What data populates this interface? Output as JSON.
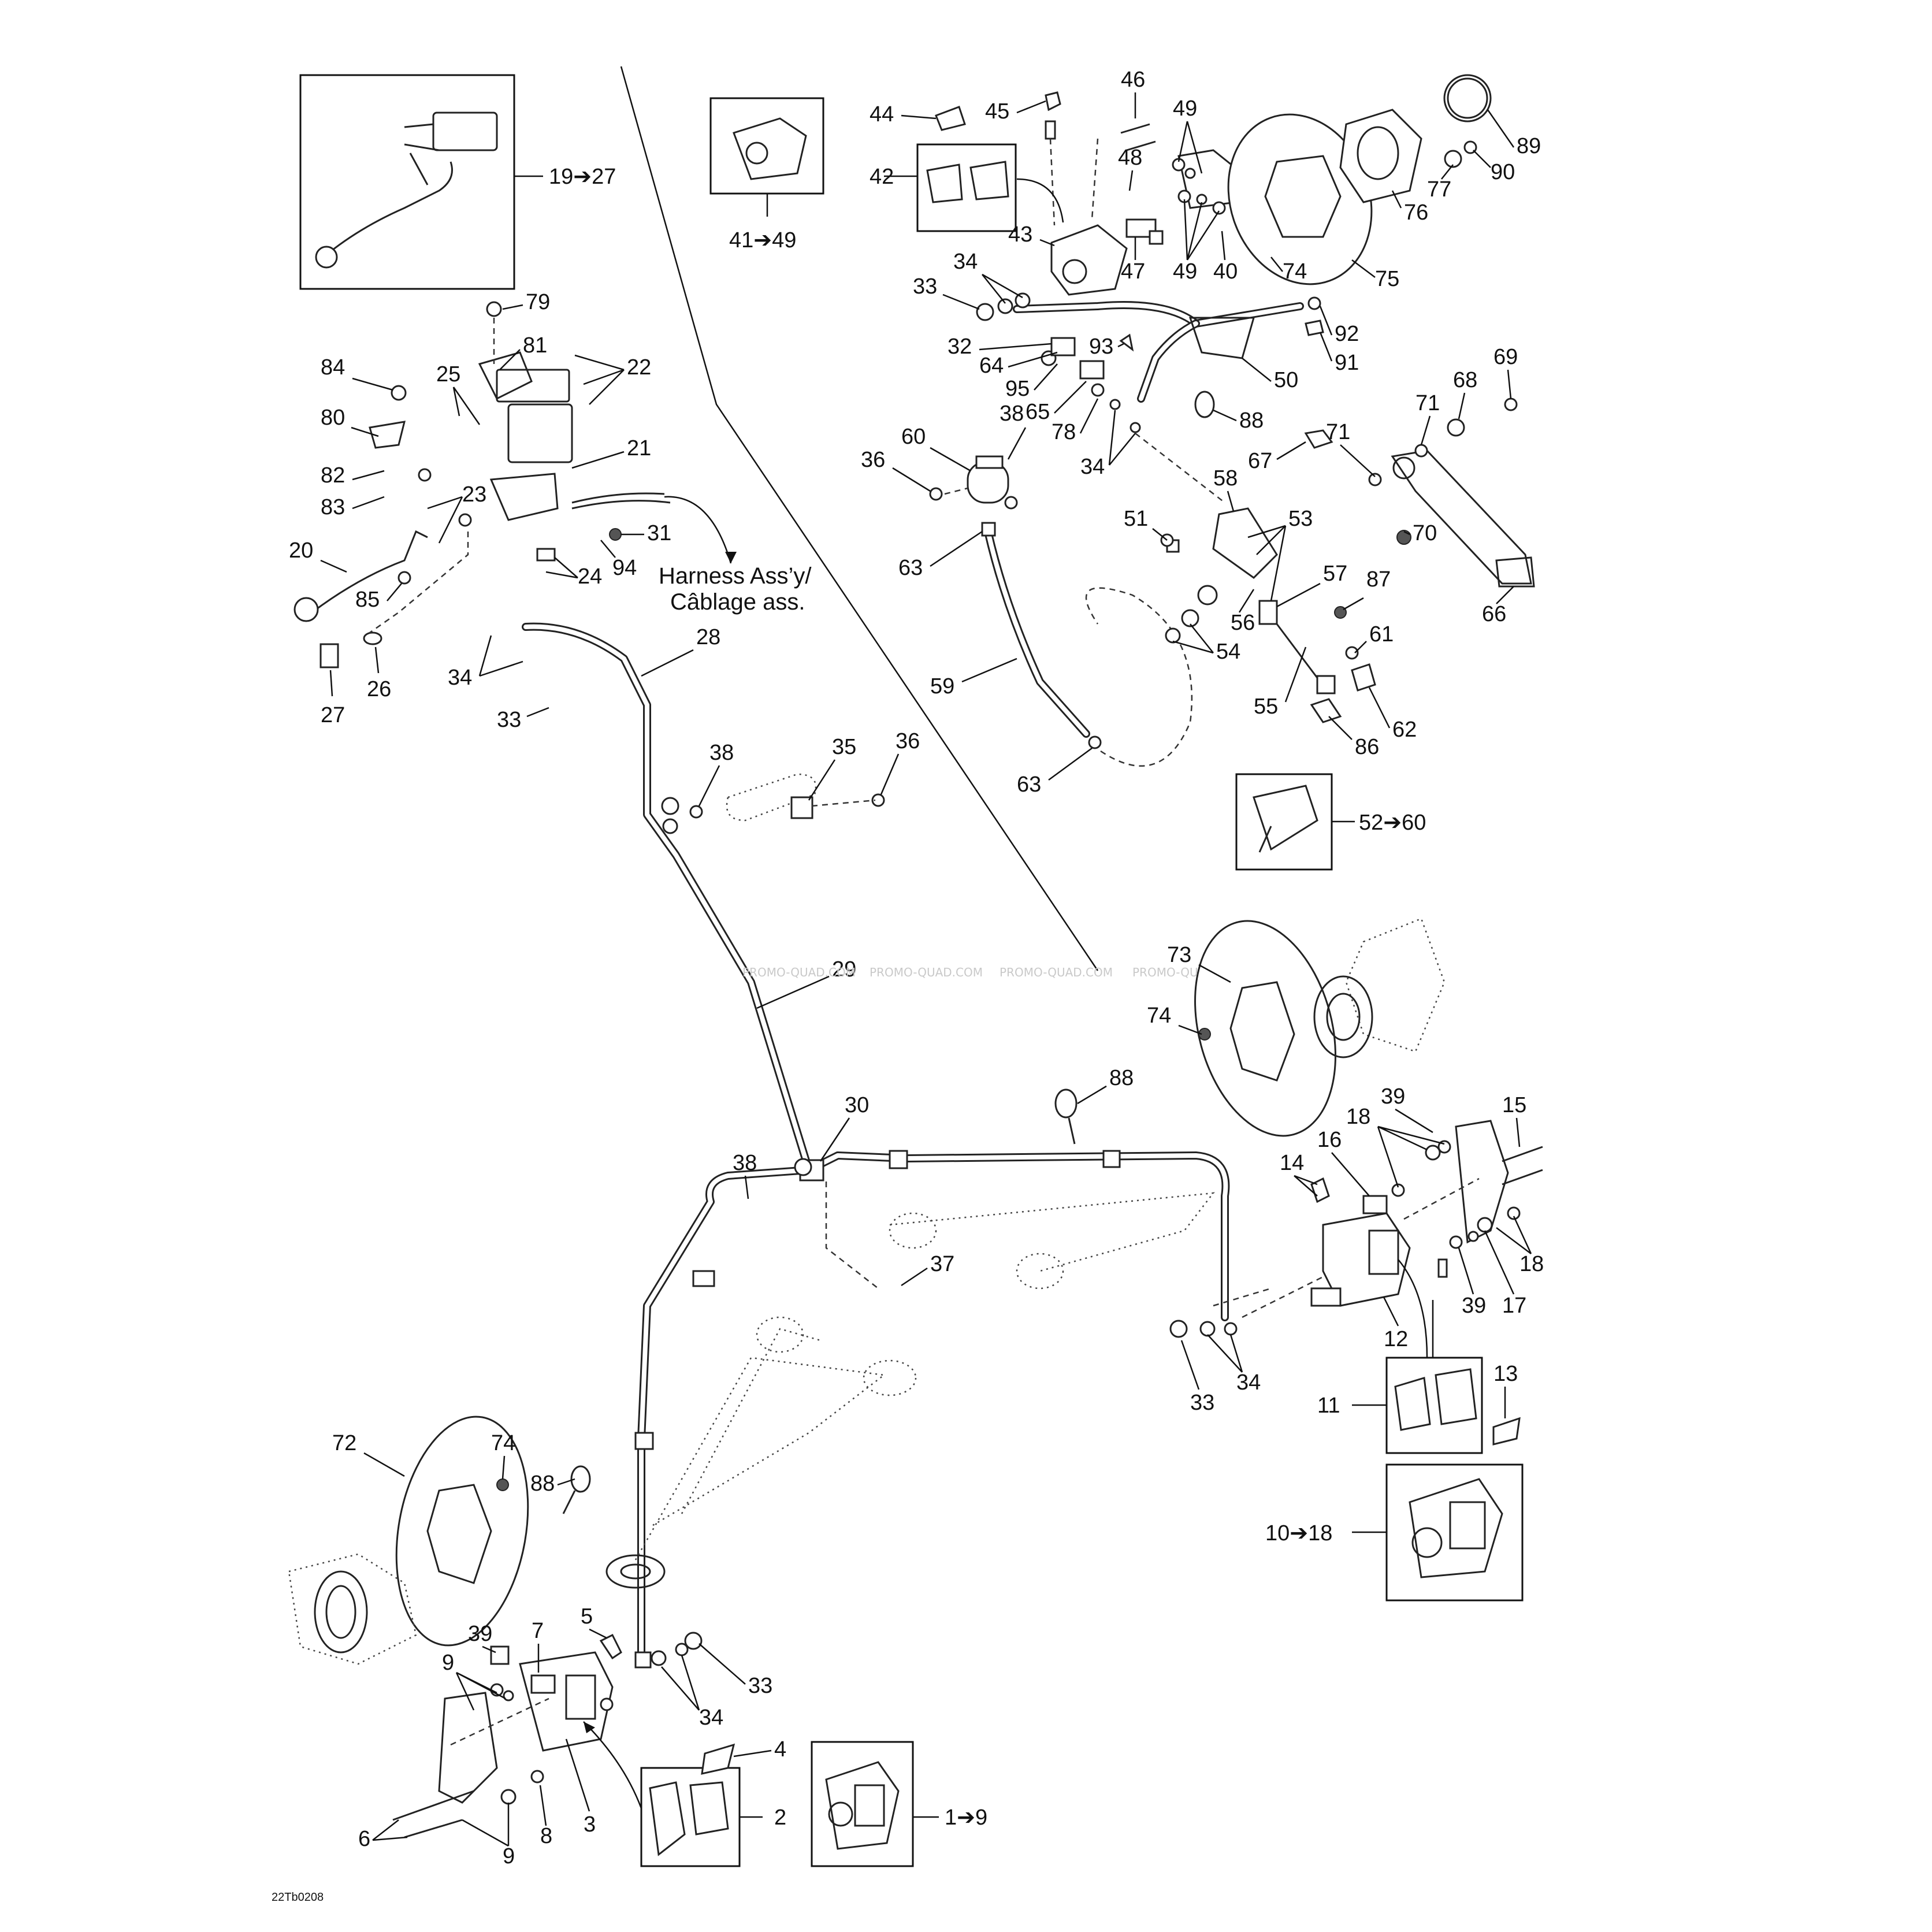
{
  "diagram": {
    "drawing_code": "22Tb0208",
    "watermarks": [
      "PROMO-QUAD.COM",
      "PROMO-QUAD.COM",
      "PROMO-QUAD.COM",
      "PROMO-QU"
    ],
    "harness_note": {
      "line1": "Harness Ass’y/",
      "line2": "Câblage ass."
    },
    "kit_labels": {
      "master_cylinder_kit": "19➔27",
      "rear_caliper_kit": "41➔49",
      "rear_master_kit": "52➔60",
      "front_right_caliper_kit": "10➔18",
      "front_left_caliper_kit": "1➔9"
    },
    "callouts": [
      {
        "id": "c79",
        "text": "79"
      },
      {
        "id": "c81",
        "text": "81"
      },
      {
        "id": "c22",
        "text": "22"
      },
      {
        "id": "c84",
        "text": "84"
      },
      {
        "id": "c25",
        "text": "25"
      },
      {
        "id": "c80",
        "text": "80"
      },
      {
        "id": "c21",
        "text": "21"
      },
      {
        "id": "c82",
        "text": "82"
      },
      {
        "id": "c23",
        "text": "23"
      },
      {
        "id": "c83",
        "text": "83"
      },
      {
        "id": "c31",
        "text": "31"
      },
      {
        "id": "c20",
        "text": "20"
      },
      {
        "id": "c94",
        "text": "94"
      },
      {
        "id": "c24",
        "text": "24"
      },
      {
        "id": "c85",
        "text": "85"
      },
      {
        "id": "c27",
        "text": "27"
      },
      {
        "id": "c26",
        "text": "26"
      },
      {
        "id": "c34a",
        "text": "34"
      },
      {
        "id": "c28",
        "text": "28"
      },
      {
        "id": "c33a",
        "text": "33"
      },
      {
        "id": "c38a",
        "text": "38"
      },
      {
        "id": "c35",
        "text": "35"
      },
      {
        "id": "c36a",
        "text": "36"
      },
      {
        "id": "c29",
        "text": "29"
      },
      {
        "id": "c30",
        "text": "30"
      },
      {
        "id": "c38b",
        "text": "38"
      },
      {
        "id": "c37",
        "text": "37"
      },
      {
        "id": "c88a",
        "text": "88"
      },
      {
        "id": "c72",
        "text": "72"
      },
      {
        "id": "c74a",
        "text": "74"
      },
      {
        "id": "c88b",
        "text": "88"
      },
      {
        "id": "c39a",
        "text": "39"
      },
      {
        "id": "c7",
        "text": "7"
      },
      {
        "id": "c5",
        "text": "5"
      },
      {
        "id": "c9a",
        "text": "9"
      },
      {
        "id": "c33b",
        "text": "33"
      },
      {
        "id": "c34b",
        "text": "34"
      },
      {
        "id": "c4",
        "text": "4"
      },
      {
        "id": "c2",
        "text": "2"
      },
      {
        "id": "c3",
        "text": "3"
      },
      {
        "id": "c6",
        "text": "6"
      },
      {
        "id": "c9b",
        "text": "9"
      },
      {
        "id": "c8",
        "text": "8"
      },
      {
        "id": "c44",
        "text": "44"
      },
      {
        "id": "c45",
        "text": "45"
      },
      {
        "id": "c46",
        "text": "46"
      },
      {
        "id": "c49a",
        "text": "49"
      },
      {
        "id": "c89",
        "text": "89"
      },
      {
        "id": "c42",
        "text": "42"
      },
      {
        "id": "c48",
        "text": "48"
      },
      {
        "id": "c90",
        "text": "90"
      },
      {
        "id": "c77",
        "text": "77"
      },
      {
        "id": "c76",
        "text": "76"
      },
      {
        "id": "c43",
        "text": "43"
      },
      {
        "id": "c47",
        "text": "47"
      },
      {
        "id": "c49b",
        "text": "49"
      },
      {
        "id": "c40",
        "text": "40"
      },
      {
        "id": "c74b",
        "text": "74"
      },
      {
        "id": "c75",
        "text": "75"
      },
      {
        "id": "c34c",
        "text": "34"
      },
      {
        "id": "c33c",
        "text": "33"
      },
      {
        "id": "c92",
        "text": "92"
      },
      {
        "id": "c32",
        "text": "32"
      },
      {
        "id": "c93",
        "text": "93"
      },
      {
        "id": "c91",
        "text": "91"
      },
      {
        "id": "c64",
        "text": "64"
      },
      {
        "id": "c95",
        "text": "95"
      },
      {
        "id": "c50",
        "text": "50"
      },
      {
        "id": "c65",
        "text": "65"
      },
      {
        "id": "c78",
        "text": "78"
      },
      {
        "id": "c88c",
        "text": "88"
      },
      {
        "id": "c38c",
        "text": "38"
      },
      {
        "id": "c60",
        "text": "60"
      },
      {
        "id": "c36b",
        "text": "36"
      },
      {
        "id": "c34d",
        "text": "34"
      },
      {
        "id": "c69",
        "text": "69"
      },
      {
        "id": "c71a",
        "text": "71"
      },
      {
        "id": "c68",
        "text": "68"
      },
      {
        "id": "c71b",
        "text": "71"
      },
      {
        "id": "c67",
        "text": "67"
      },
      {
        "id": "c58",
        "text": "58"
      },
      {
        "id": "c70",
        "text": "70"
      },
      {
        "id": "c51",
        "text": "51"
      },
      {
        "id": "c53",
        "text": "53"
      },
      {
        "id": "c63a",
        "text": "63"
      },
      {
        "id": "c57",
        "text": "57"
      },
      {
        "id": "c87",
        "text": "87"
      },
      {
        "id": "c56",
        "text": "56"
      },
      {
        "id": "c66",
        "text": "66"
      },
      {
        "id": "c54",
        "text": "54"
      },
      {
        "id": "c61",
        "text": "61"
      },
      {
        "id": "c59",
        "text": "59"
      },
      {
        "id": "c55",
        "text": "55"
      },
      {
        "id": "c62",
        "text": "62"
      },
      {
        "id": "c86",
        "text": "86"
      },
      {
        "id": "c63b",
        "text": "63"
      },
      {
        "id": "c73",
        "text": "73"
      },
      {
        "id": "c74c",
        "text": "74"
      },
      {
        "id": "c15",
        "text": "15"
      },
      {
        "id": "c39b",
        "text": "39"
      },
      {
        "id": "c18a",
        "text": "18"
      },
      {
        "id": "c16",
        "text": "16"
      },
      {
        "id": "c14",
        "text": "14"
      },
      {
        "id": "c18b",
        "text": "18"
      },
      {
        "id": "c39c",
        "text": "39"
      },
      {
        "id": "c17",
        "text": "17"
      },
      {
        "id": "c12",
        "text": "12"
      },
      {
        "id": "c33d",
        "text": "33"
      },
      {
        "id": "c34e",
        "text": "34"
      },
      {
        "id": "c11",
        "text": "11"
      },
      {
        "id": "c13",
        "text": "13"
      }
    ]
  }
}
